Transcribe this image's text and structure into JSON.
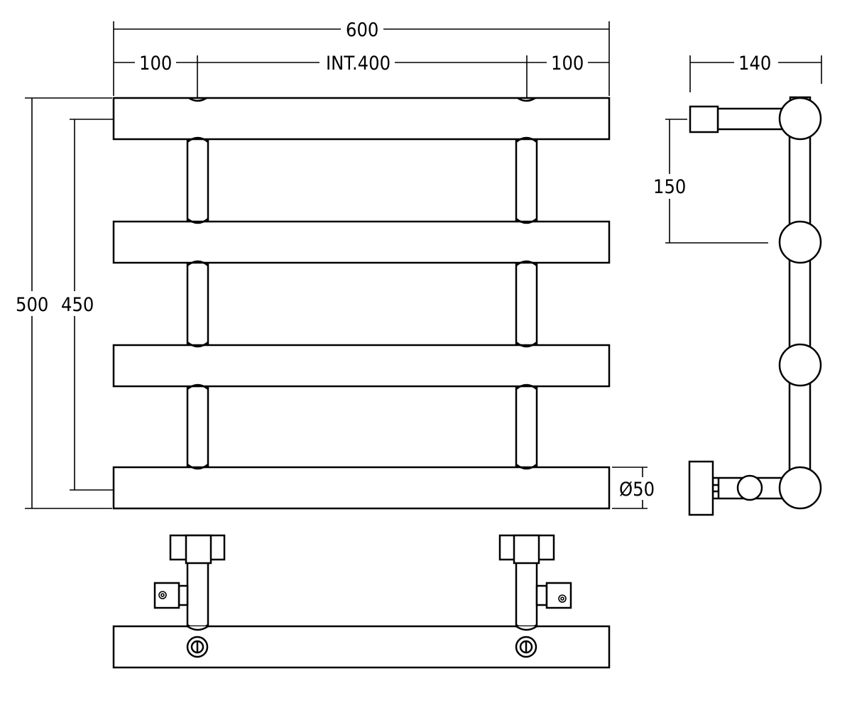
{
  "dimensions": {
    "overall_width": "600",
    "left_offset": "100",
    "interaxis": "INT.400",
    "right_offset": "100",
    "overall_height": "500",
    "interaxis_height": "450",
    "tube_diameter": "Ø50",
    "depth": "140",
    "bar_spacing": "150"
  },
  "colors": {
    "line": "#000000",
    "background": "#ffffff"
  }
}
